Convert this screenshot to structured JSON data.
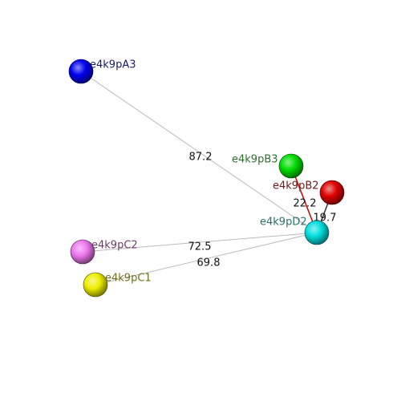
{
  "nodes": [
    {
      "id": "A3",
      "label": "e4k9pA3",
      "color": "#0000ee",
      "label_color": "#1a1a6e"
    },
    {
      "id": "B3",
      "label": "e4k9pB3",
      "color": "#00dd00",
      "label_color": "#2e6e2e"
    },
    {
      "id": "B2",
      "label": "e4k9pB2",
      "color": "#dd0000",
      "label_color": "#6e1a1a"
    },
    {
      "id": "D2",
      "label": "e4k9pD2",
      "color": "#00dddd",
      "label_color": "#2e6e6e"
    },
    {
      "id": "C2",
      "label": "e4k9pC2",
      "color": "#ee77ee",
      "label_color": "#6e3a6e"
    },
    {
      "id": "C1",
      "label": "e4k9pC1",
      "color": "#eeee00",
      "label_color": "#6e6e1a"
    }
  ],
  "edges": [
    {
      "from": "A3",
      "to": "D2",
      "label": "87.2",
      "color": "#bbbbbb"
    },
    {
      "from": "C2",
      "to": "D2",
      "label": "72.5",
      "color": "#bbbbbb"
    },
    {
      "from": "C1",
      "to": "D2",
      "label": "69.8",
      "color": "#bbbbbb"
    },
    {
      "from": "B3",
      "to": "D2",
      "label": "22.2",
      "color": "#cc0000"
    },
    {
      "from": "B2",
      "to": "D2",
      "label": "19.7",
      "color": "#333333"
    }
  ]
}
